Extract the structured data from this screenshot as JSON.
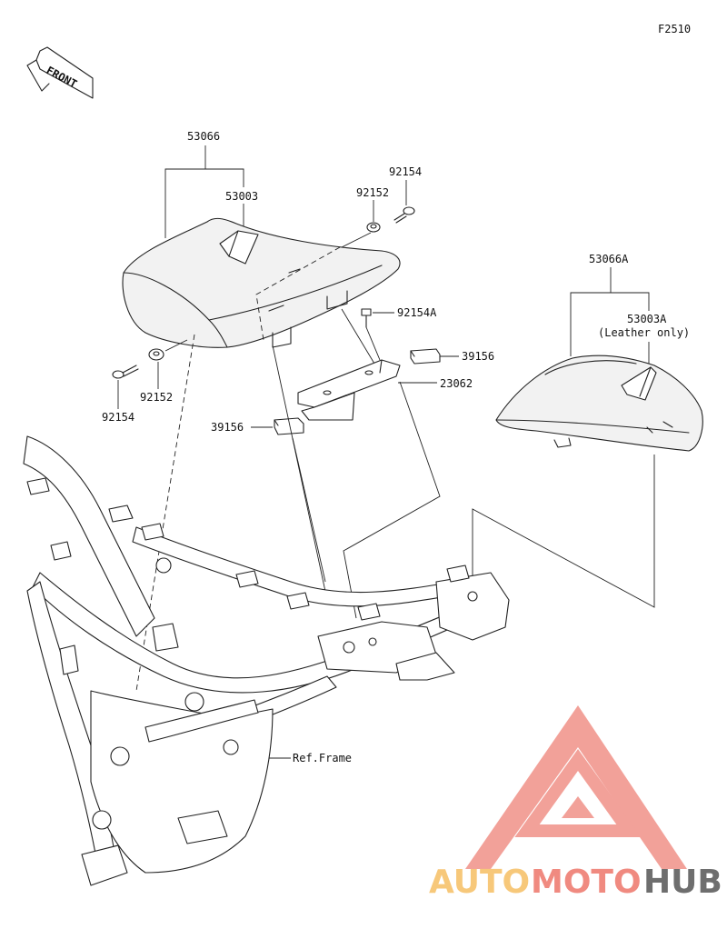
{
  "figure_code": "F2510",
  "front_label": "FRONT",
  "labels": {
    "seat_assy": "53066",
    "seat_cover": "53003",
    "washer_top": "92152",
    "bolt_top": "92154",
    "bolt_mid": "92154A",
    "damper_right": "39156",
    "bracket": "23062",
    "washer_left": "92152",
    "bolt_left": "92154",
    "damper_left": "39156",
    "seat_assy_alt": "53066A",
    "seat_cover_alt": "53003A",
    "seat_cover_alt_note": "(Leather only)",
    "ref_frame": "Ref.Frame"
  },
  "watermark": {
    "part1": "AUTO",
    "part2": "MOTO",
    "part3": "HUB",
    "color_light": "#f7c87a",
    "color_red": "#f08a80",
    "color_gray": "#6e6e6e"
  }
}
